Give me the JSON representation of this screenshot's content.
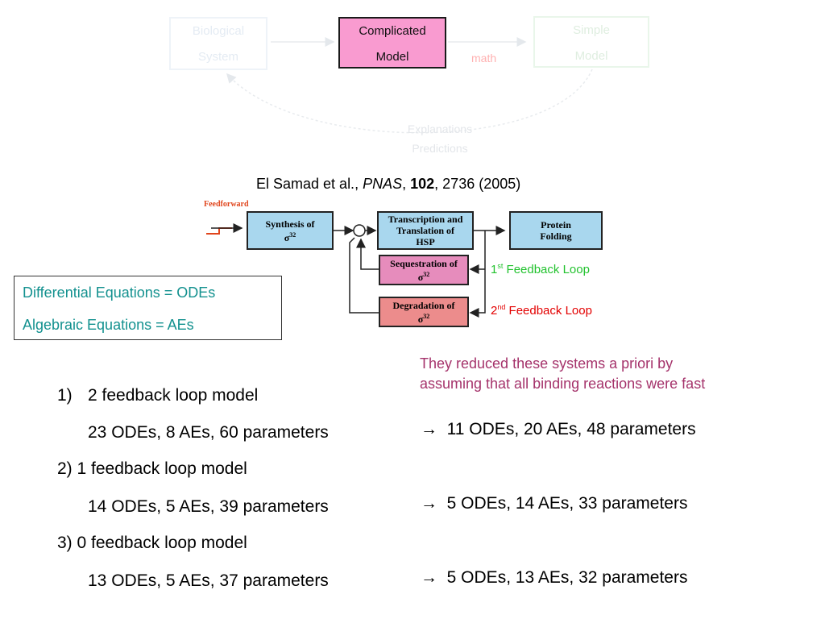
{
  "flow": {
    "bio_line1": "Biological",
    "bio_line2": "System",
    "complicated_line1": "Complicated",
    "complicated_line2": "Model",
    "simple_line1": "Simple",
    "simple_line2": "Model",
    "math_label": "math",
    "explanations": "Explanations",
    "predictions": "Predictions"
  },
  "citation": {
    "authors": "El Samad et al., ",
    "journal": "PNAS",
    "sep1": ", ",
    "volume": "102",
    "rest": ", 2736 (2005)"
  },
  "diagram": {
    "feedforward": "Feedforward",
    "synthesis_line1": "Synthesis of",
    "synthesis_sigma": "σ",
    "synthesis_sup": "32",
    "transcription_line1": "Transcription and",
    "transcription_line2": "Translation of",
    "transcription_line3": "HSP",
    "protein_line1": "Protein",
    "protein_line2": "Folding",
    "sequestration_line1": "Sequestration of",
    "sequestration_sigma": "σ",
    "sequestration_sup": "32",
    "degradation_line1": "Degradation of",
    "degradation_sigma": "σ",
    "degradation_sup": "32",
    "loop1_num": "1",
    "loop1_sup": "st",
    "loop1_text": " Feedback Loop",
    "loop1_color": "#22c22e",
    "loop2_num": "2",
    "loop2_sup": "nd",
    "loop2_text": " Feedback Loop",
    "loop2_color": "#e30000"
  },
  "legend": {
    "line1": "Differential Equations = ODEs",
    "line2": "Algebraic Equations = AEs"
  },
  "note": {
    "line1": "They reduced these systems a priori by",
    "line2": "assuming that all binding reactions were fast"
  },
  "models": [
    {
      "title": "2 feedback loop model",
      "number": "1)",
      "full": "23 ODEs, 8 AEs, 60 parameters",
      "reduced": "11 ODEs, 20 AEs, 48 parameters"
    },
    {
      "title": "2) 1 feedback loop model",
      "full": "14 ODEs, 5 AEs, 39 parameters",
      "reduced": "5 ODEs, 14 AEs, 33 parameters"
    },
    {
      "title": "3) 0 feedback loop model",
      "full": "13 ODEs, 5 AEs, 37 parameters",
      "reduced": "5 ODEs, 13 AEs, 32 parameters"
    }
  ],
  "arrow_glyph": "→"
}
